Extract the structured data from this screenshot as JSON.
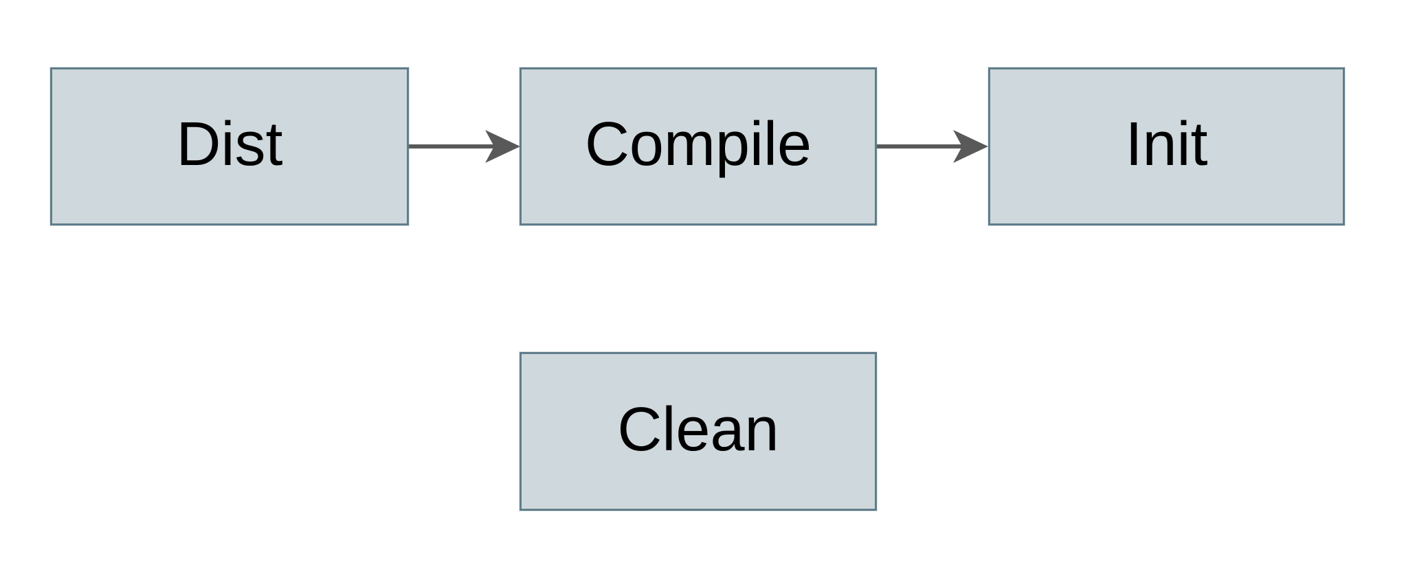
{
  "diagram": {
    "type": "flowchart",
    "nodes": [
      {
        "id": "dist",
        "label": "Dist"
      },
      {
        "id": "compile",
        "label": "Compile"
      },
      {
        "id": "init",
        "label": "Init"
      },
      {
        "id": "clean",
        "label": "Clean"
      }
    ],
    "edges": [
      {
        "from": "dist",
        "to": "compile",
        "style": "arrow"
      },
      {
        "from": "compile",
        "to": "init",
        "style": "arrow"
      }
    ]
  },
  "colors": {
    "node_fill": "#cfd8dc",
    "node_border": "#607d8b",
    "arrow": "#595959",
    "text": "#000000",
    "background": "#ffffff"
  }
}
